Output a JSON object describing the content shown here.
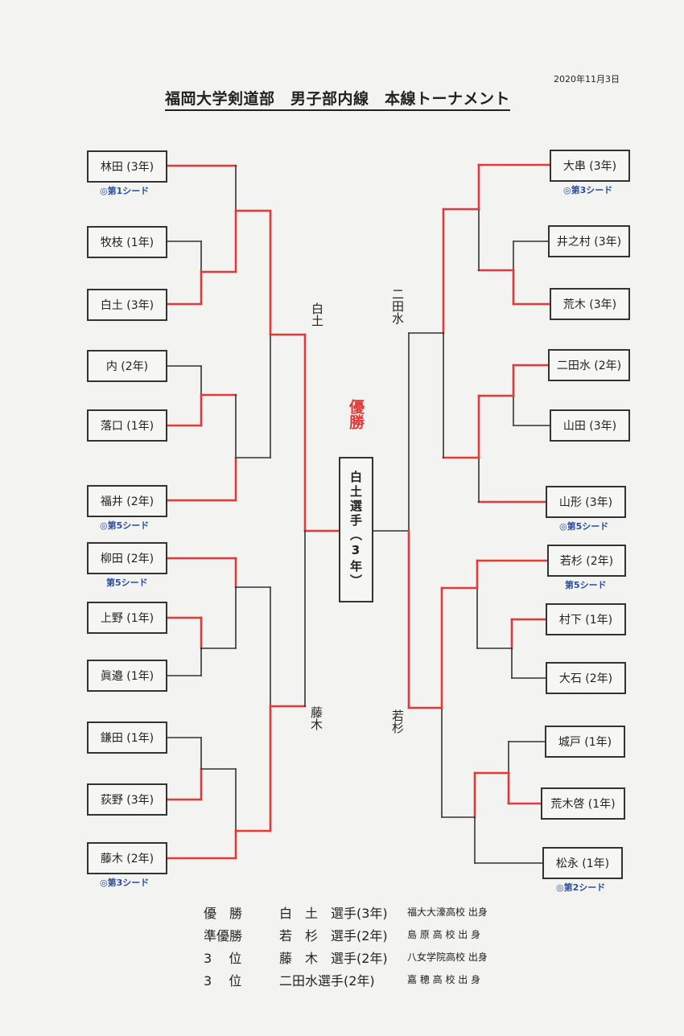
{
  "date": "2020年11月3日",
  "title": "福岡大学剣道部　男子部内線　本線トーナメント",
  "left_players": [
    {
      "name": "林田 (3年)",
      "seed": "◎第1シード"
    },
    {
      "name": "牧枝 (1年)",
      "seed": ""
    },
    {
      "name": "白土 (3年)",
      "seed": ""
    },
    {
      "name": "内 (2年)",
      "seed": ""
    },
    {
      "name": "落口 (1年)",
      "seed": ""
    },
    {
      "name": "福井 (2年)",
      "seed": "◎第5シード"
    },
    {
      "name": "柳田 (2年)",
      "seed": "第5シード"
    },
    {
      "name": "上野 (1年)",
      "seed": ""
    },
    {
      "name": "眞邉 (1年)",
      "seed": ""
    },
    {
      "name": "鎌田 (1年)",
      "seed": ""
    },
    {
      "name": "荻野 (3年)",
      "seed": ""
    },
    {
      "name": "藤木 (2年)",
      "seed": "◎第3シード"
    }
  ],
  "right_players": [
    {
      "name": "大串 (3年)",
      "seed": "◎第3シード"
    },
    {
      "name": "井之村 (3年)",
      "seed": ""
    },
    {
      "name": "荒木 (3年)",
      "seed": ""
    },
    {
      "name": "二田水 (2年)",
      "seed": ""
    },
    {
      "name": "山田 (3年)",
      "seed": ""
    },
    {
      "name": "山形 (3年)",
      "seed": "◎第5シード"
    },
    {
      "name": "若杉 (2年)",
      "seed": "第5シード"
    },
    {
      "name": "村下 (1年)",
      "seed": ""
    },
    {
      "name": "大石 (2年)",
      "seed": ""
    },
    {
      "name": "城戸 (1年)",
      "seed": ""
    },
    {
      "name": "荒木啓 (1年)",
      "seed": ""
    },
    {
      "name": "松永 (1年)",
      "seed": "◎第2シード"
    }
  ],
  "semifinalists": {
    "left_top": "白土",
    "left_bottom": "藤木",
    "right_top": "二田水",
    "right_bottom": "若杉"
  },
  "champion_label": "優勝",
  "champion_box": "白土選手（3年）",
  "results": [
    {
      "rank": "優　勝",
      "name": "白　土　選手(3年)",
      "school": "福大大濠高校 出身"
    },
    {
      "rank": "準優勝",
      "name": "若　杉　選手(2年)",
      "school": "島 原 高 校 出 身"
    },
    {
      "rank": "3　 位",
      "name": "藤　木　選手(2年)",
      "school": "八女学院高校 出身"
    },
    {
      "rank": "3　 位",
      "name": "二田水選手(2年)",
      "school": "嘉 穂 高 校 出 身"
    }
  ],
  "colors": {
    "winner_line": "#e2393a",
    "line": "#333333",
    "seed": "#2b4f9e"
  }
}
